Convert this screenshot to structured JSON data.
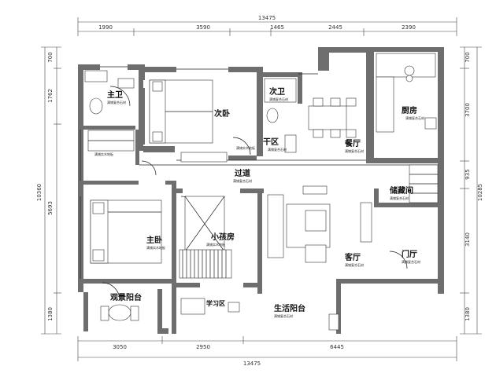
{
  "dimensions": {
    "total_width": "13475",
    "top_segments": [
      "1990",
      "3590",
      "1465",
      "2445",
      "2390"
    ],
    "bottom_segments": [
      "3050",
      "2950",
      "6445"
    ],
    "left_total": "10360",
    "left_segments": [
      "700",
      "1762",
      "5693",
      "1380"
    ],
    "right_total": "10285",
    "right_segments": [
      "700",
      "3700",
      "935",
      "3140",
      "1380"
    ]
  },
  "rooms": {
    "master_bath": "主卫",
    "second_bath": "次卫",
    "second_bedroom": "次卧",
    "dry_area": "干区",
    "dining": "餐厅",
    "kitchen": "厨房",
    "corridor": "过道",
    "storage": "储藏间",
    "master_bedroom": "主卧",
    "kids_room": "小孩房",
    "living_room": "客厅",
    "foyer": "门厅",
    "view_balcony": "观景阳台",
    "study": "学习区",
    "utility_balcony": "生活阳台"
  },
  "notes": {
    "floor_tile": "满铺复合石材",
    "floor_wood": "满铺实木地板"
  }
}
